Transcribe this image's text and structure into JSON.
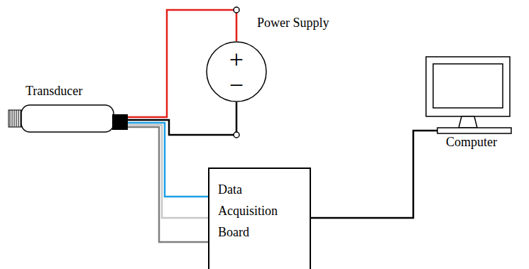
{
  "diagram": {
    "nodes": [
      {
        "text": [
          "Transducer"
        ]
      },
      {
        "text": [
          "Power Supply",
          "+",
          "−"
        ]
      },
      {
        "text": [
          "Data Acquisition Board"
        ]
      },
      {
        "text": [
          "Computer"
        ]
      }
    ],
    "edges": [
      {
        "from": 0,
        "to": 1,
        "arrow": "none"
      },
      {
        "from": 0,
        "to": 1,
        "arrow": "none"
      },
      {
        "from": 0,
        "to": 2,
        "arrow": "none"
      },
      {
        "from": 0,
        "to": 2,
        "arrow": "none"
      },
      {
        "from": 0,
        "to": 2,
        "arrow": "none"
      },
      {
        "from": 2,
        "to": 3,
        "arrow": "none"
      }
    ]
  }
}
